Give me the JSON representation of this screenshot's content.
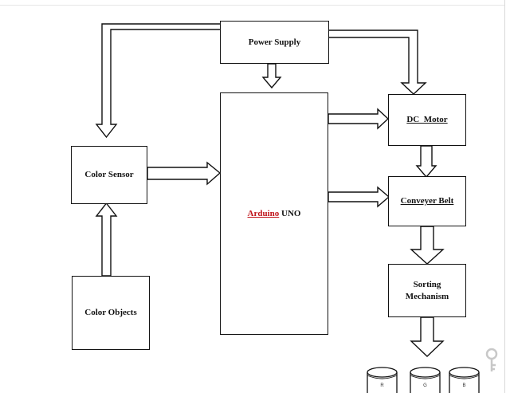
{
  "blocks": {
    "power_supply": "Power Supply",
    "arduino_word": "Arduino",
    "arduino_rest": " UNO",
    "dc_motor": "DC  Motor",
    "color_sensor": "Color Sensor",
    "conveyor_belt": "Conveyer Belt",
    "sorting_line1": "Sorting",
    "sorting_line2": "Mechanism",
    "color_objects": "Color Objects"
  },
  "bins": [
    "R",
    "G",
    "B"
  ],
  "colors": {
    "line": "#111111",
    "arduino_accent": "#c0141a"
  },
  "icons": [
    "key-icon"
  ]
}
